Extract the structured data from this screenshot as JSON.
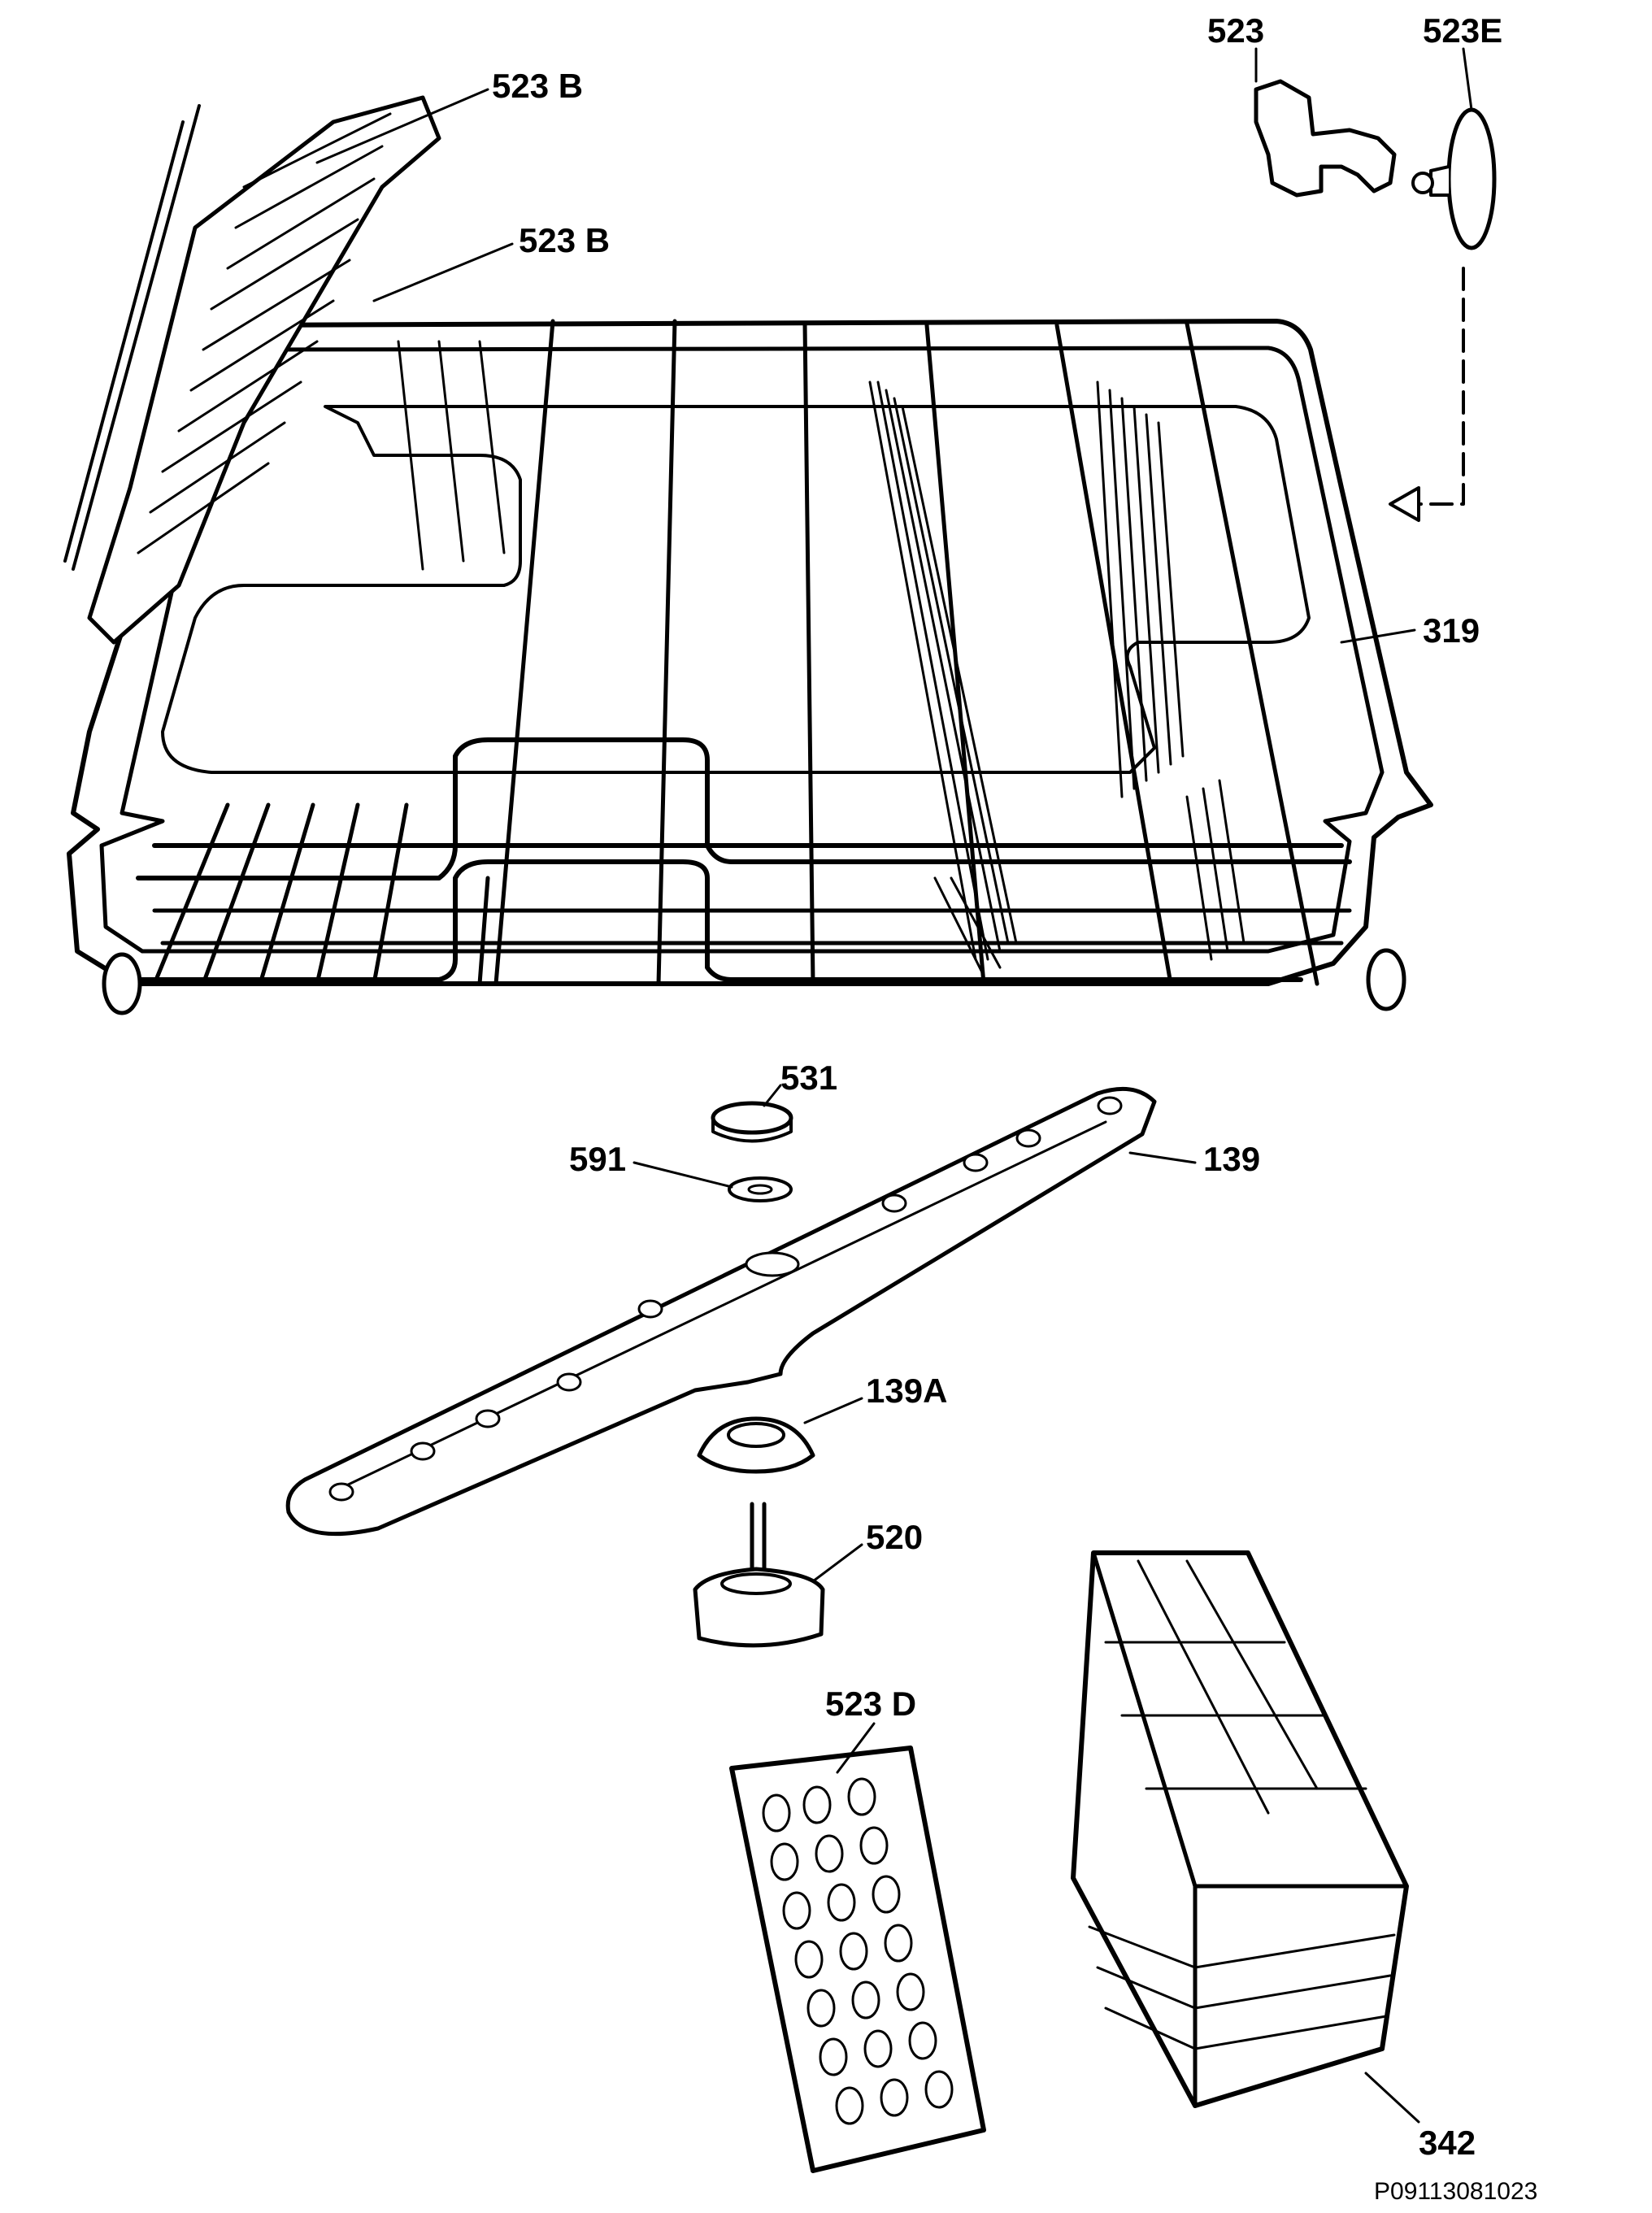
{
  "labels": {
    "rack_flap_upper": "523 B",
    "rack_flap_lower": "523 B",
    "clip": "523",
    "clip_end": "523E",
    "basket_rack": "319",
    "nut": "531",
    "washer": "591",
    "spray_arm": "139",
    "spray_arm_bearing": "139A",
    "spray_arm_support": "520",
    "cutlery_lid": "523 D",
    "cutlery_basket": "342"
  },
  "reference_code": "P09113081023"
}
